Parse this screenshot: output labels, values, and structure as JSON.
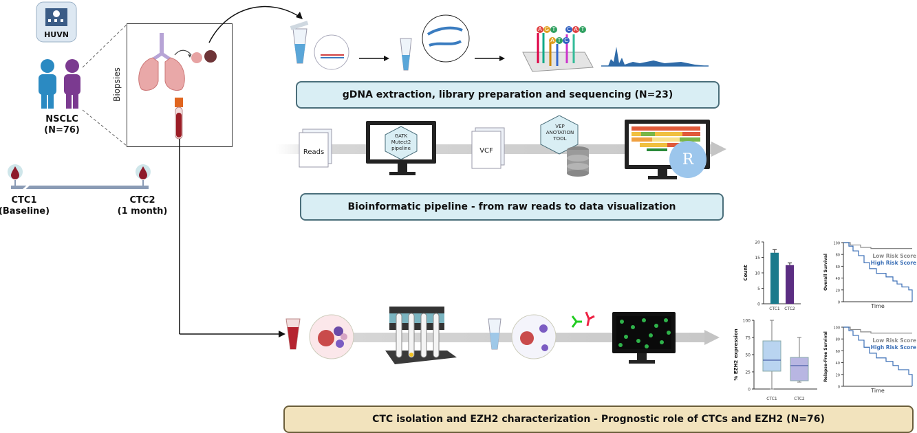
{
  "hospital": {
    "label": "HUVN"
  },
  "cohort": {
    "line1": "NSCLC",
    "line2": "(N=76)"
  },
  "biopsies_label": "Biopsies",
  "timeline": {
    "ctc1": {
      "line1": "CTC1",
      "line2": "(Baseline)"
    },
    "ctc2": {
      "line1": "CTC2",
      "line2": "(1 month)"
    }
  },
  "banners": {
    "sequencing": "gDNA extraction, library preparation and sequencing (N=23)",
    "bioinformatic": "Bioinformatic pipeline - from raw reads to data visualization",
    "ctc": "CTC isolation and EZH2 characterization - Prognostic role of CTCs and EZH2 (N=76)"
  },
  "pipeline": {
    "reads": "Reads",
    "gatk": [
      "GATK",
      "Mutect2",
      "pipeline"
    ],
    "vcf": "VCF",
    "vep": [
      "VEP",
      "ANOTATION",
      "TOOL"
    ],
    "r_logo": "R"
  },
  "sequence_letters": [
    "A",
    "G",
    "T",
    "C",
    "A",
    "T",
    "A",
    "T",
    "C"
  ],
  "chart_data": [
    {
      "type": "bar",
      "categories": [
        "CTC1",
        "CTC2"
      ],
      "values": [
        16.5,
        12.5
      ],
      "errors": [
        1.0,
        0.7
      ],
      "ylabel": "Count",
      "ylim": [
        0,
        20
      ],
      "yticks": [
        "0",
        "5",
        "10",
        "15",
        "20"
      ],
      "colors": [
        "#1a7a8c",
        "#5b2d82"
      ]
    },
    {
      "type": "box",
      "categories": [
        "CTC1",
        "CTC2"
      ],
      "boxes": [
        {
          "min": 0,
          "q1": 26,
          "median": 42,
          "q3": 70,
          "max": 100
        },
        {
          "min": 10,
          "q1": 12,
          "median": 34,
          "q3": 46,
          "max": 75
        }
      ],
      "ylabel": "% EZH2 expression",
      "ylim": [
        0,
        100
      ],
      "yticks": [
        "0",
        "25",
        "50",
        "75",
        "100"
      ],
      "colors": [
        "#b9d4f0",
        "#b8b6e2"
      ]
    },
    {
      "type": "line",
      "ylabel": "Overall Survival",
      "xlabel": "Time",
      "ylim": [
        0,
        100
      ],
      "yticks": [
        "0",
        "20",
        "40",
        "60",
        "80",
        "100"
      ],
      "series": [
        {
          "name": "Low Risk Score",
          "color": "#888888",
          "x": [
            0,
            10,
            25,
            40,
            100
          ],
          "y": [
            100,
            96,
            92,
            90,
            90
          ]
        },
        {
          "name": "High Risk Score",
          "color": "#3b6fb6",
          "x": [
            0,
            8,
            14,
            22,
            30,
            38,
            48,
            62,
            72,
            78,
            85,
            95,
            100
          ],
          "y": [
            100,
            94,
            86,
            78,
            66,
            56,
            48,
            42,
            35,
            30,
            25,
            20,
            0
          ]
        }
      ]
    },
    {
      "type": "line",
      "ylabel": "Relapse-Free Survival",
      "xlabel": "Time",
      "ylim": [
        0,
        100
      ],
      "yticks": [
        "0",
        "20",
        "40",
        "60",
        "80",
        "100"
      ],
      "series": [
        {
          "name": "Low Risk Score",
          "color": "#888888",
          "x": [
            0,
            10,
            25,
            40,
            100
          ],
          "y": [
            100,
            96,
            92,
            90,
            90
          ]
        },
        {
          "name": "High Risk Score",
          "color": "#3b6fb6",
          "x": [
            0,
            8,
            14,
            22,
            30,
            38,
            48,
            62,
            72,
            80,
            95,
            100
          ],
          "y": [
            100,
            94,
            86,
            78,
            66,
            56,
            48,
            42,
            35,
            28,
            20,
            0
          ]
        }
      ]
    }
  ]
}
